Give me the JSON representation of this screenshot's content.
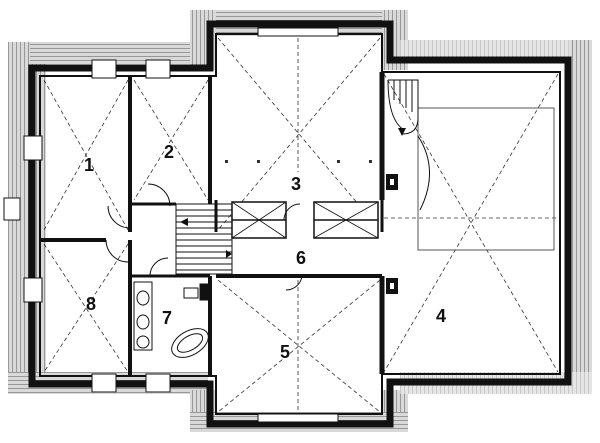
{
  "rooms": [
    {
      "id": "room-1",
      "label": "1"
    },
    {
      "id": "room-2",
      "label": "2"
    },
    {
      "id": "room-3",
      "label": "3"
    },
    {
      "id": "room-4",
      "label": "4"
    },
    {
      "id": "room-5",
      "label": "5"
    },
    {
      "id": "room-6",
      "label": "6"
    },
    {
      "id": "room-7",
      "label": "7"
    },
    {
      "id": "room-8",
      "label": "8"
    }
  ],
  "colors": {
    "wall": "#111111",
    "roof": "#cfcfcf",
    "line": "#222222",
    "bg": "#ffffff"
  }
}
